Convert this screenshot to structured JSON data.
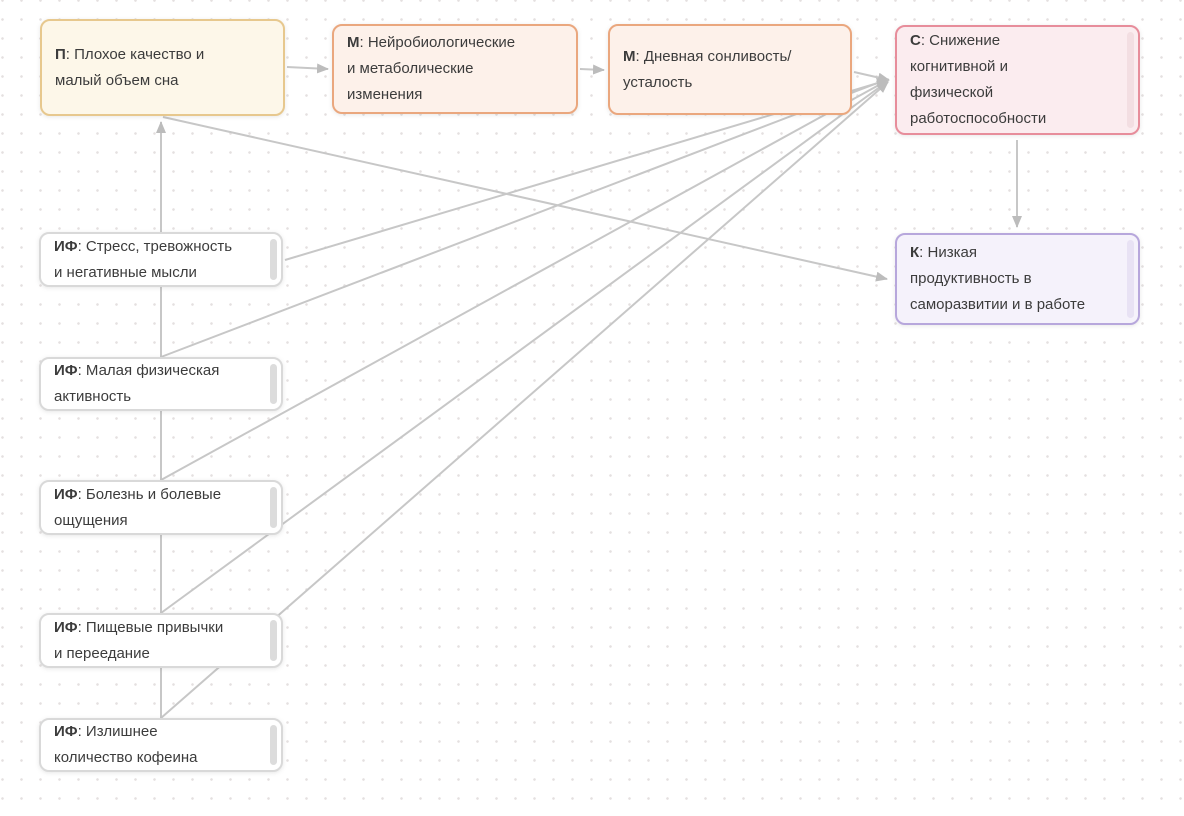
{
  "nodes": {
    "p": {
      "prefix": "П",
      "text": ": Плохое качество и\nмалый объем сна"
    },
    "m1": {
      "prefix": "М",
      "text": ": Нейробиологические\nи метаболические\nизменения"
    },
    "m2": {
      "prefix": "М",
      "text": ": Дневная сонливость/\nусталость"
    },
    "s": {
      "prefix": "С",
      "text": ": Снижение\nкогнитивной и\nфизической\nработоспособности"
    },
    "k": {
      "prefix": "К",
      "text": ": Низкая\nпродуктивность в\nсаморазвитии и в работе"
    },
    "if1": {
      "prefix": "ИФ",
      "text": ": Стресс, тревожность\nи негативные мысли"
    },
    "if2": {
      "prefix": "ИФ",
      "text": ": Малая физическая\nактивность"
    },
    "if3": {
      "prefix": "ИФ",
      "text": ": Болезнь и болевые\nощущения"
    },
    "if4": {
      "prefix": "ИФ",
      "text": ": Пищевые привычки\nи переедание"
    },
    "if5": {
      "prefix": "ИФ",
      "text": ": Излишнее\nколичество кофеина"
    }
  },
  "edges": [
    {
      "from": "p",
      "to": "m1"
    },
    {
      "from": "m1",
      "to": "m2"
    },
    {
      "from": "m2",
      "to": "s"
    },
    {
      "from": "s",
      "to": "k"
    },
    {
      "from": "p",
      "to": "k"
    },
    {
      "from": "if1",
      "to": "s"
    },
    {
      "from": "if2",
      "to": "s"
    },
    {
      "from": "if3",
      "to": "s"
    },
    {
      "from": "if4",
      "to": "s"
    },
    {
      "from": "if5",
      "to": "s"
    },
    {
      "from": "if5",
      "to": "p"
    }
  ],
  "colors": {
    "edge": "#c7c7c7",
    "arrow": "#bcbcbc",
    "dot_grid": "#e4e0e0",
    "node_p_fill": "#fdf7e9",
    "node_p_border": "#e7c88e",
    "node_m_fill": "#fdf1ea",
    "node_m_border": "#eaa77e",
    "node_s_fill": "#fbecef",
    "node_s_border": "#e78d9b",
    "node_k_fill": "#f5f2fb",
    "node_k_border": "#b7a7dc",
    "node_if_fill": "#ffffff",
    "node_if_border": "#d9d9d9"
  }
}
